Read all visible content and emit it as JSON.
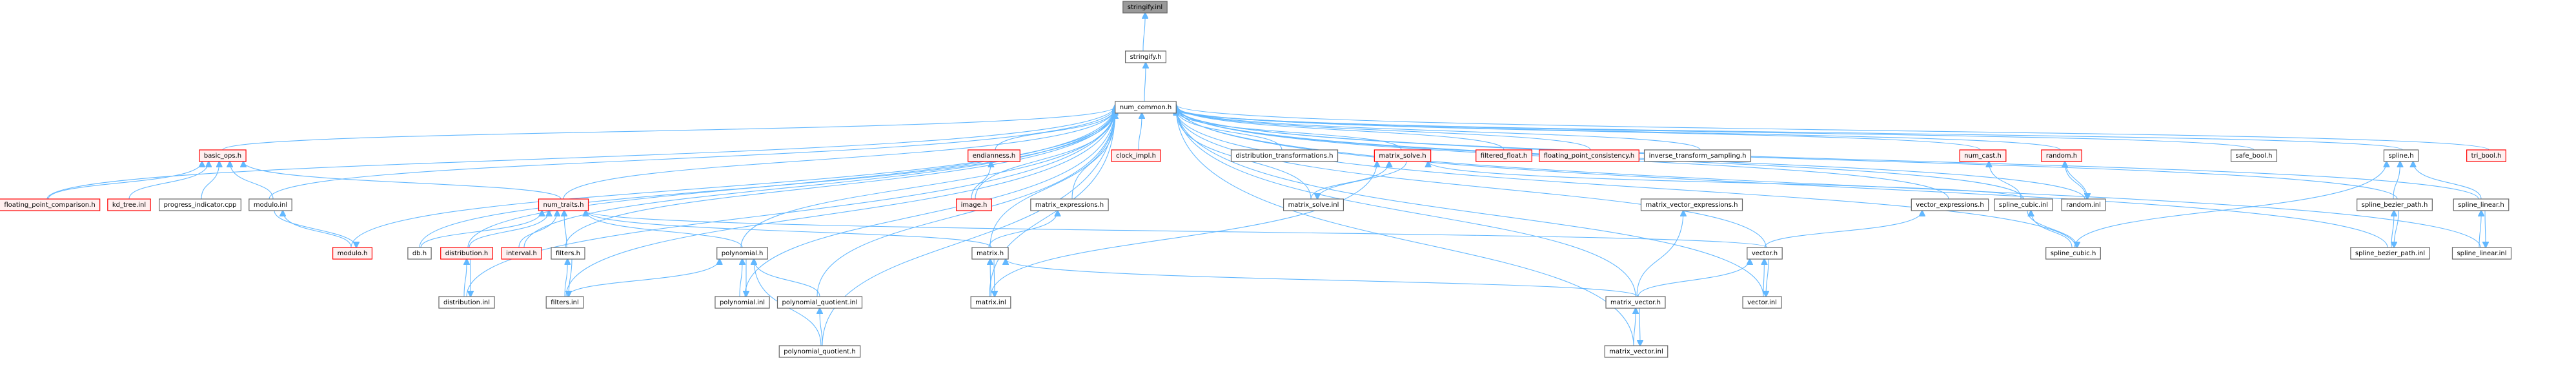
{
  "title": "stringify.inl include dependency graph",
  "colors": {
    "edge": "#63b8ff",
    "root_fill": "#999999",
    "normal_fill": "#ffffff",
    "normal_border": "#666666",
    "warn_fill": "#fff0f0",
    "warn_border": "#ff0000"
  },
  "nodes": [
    {
      "id": "stringify_inl",
      "label": "stringify.inl",
      "kind": "root"
    },
    {
      "id": "stringify_h",
      "label": "stringify.h",
      "kind": "normal"
    },
    {
      "id": "num_common_h",
      "label": "num_common.h",
      "kind": "normal"
    },
    {
      "id": "basic_ops_h",
      "label": "basic_ops.h",
      "kind": "warn"
    },
    {
      "id": "endianness_h",
      "label": "endianness.h",
      "kind": "warn"
    },
    {
      "id": "clock_impl_h",
      "label": "clock_impl.h",
      "kind": "warn"
    },
    {
      "id": "distribution_transformations_h",
      "label": "distribution_transformations.h",
      "kind": "normal"
    },
    {
      "id": "matrix_solve_h",
      "label": "matrix_solve.h",
      "kind": "warn"
    },
    {
      "id": "filtered_float_h",
      "label": "filtered_float.h",
      "kind": "warn"
    },
    {
      "id": "floating_point_consistency_h",
      "label": "floating_point_consistency.h",
      "kind": "warn"
    },
    {
      "id": "inverse_transform_sampling_h",
      "label": "inverse_transform_sampling.h",
      "kind": "normal"
    },
    {
      "id": "num_cast_h",
      "label": "num_cast.h",
      "kind": "warn"
    },
    {
      "id": "random_h",
      "label": "random.h",
      "kind": "warn"
    },
    {
      "id": "safe_bool_h",
      "label": "safe_bool.h",
      "kind": "normal"
    },
    {
      "id": "spline_h",
      "label": "spline.h",
      "kind": "normal"
    },
    {
      "id": "tri_bool_h",
      "label": "tri_bool.h",
      "kind": "warn"
    },
    {
      "id": "floating_point_comparison_h",
      "label": "floating_point_comparison.h",
      "kind": "warn"
    },
    {
      "id": "kd_tree_inl",
      "label": "kd_tree.inl",
      "kind": "warn"
    },
    {
      "id": "progress_indicator_cpp",
      "label": "progress_indicator.cpp",
      "kind": "normal"
    },
    {
      "id": "modulo_inl",
      "label": "modulo.inl",
      "kind": "normal"
    },
    {
      "id": "num_traits_h",
      "label": "num_traits.h",
      "kind": "warn"
    },
    {
      "id": "image_h",
      "label": "image.h",
      "kind": "warn"
    },
    {
      "id": "matrix_expressions_h",
      "label": "matrix_expressions.h",
      "kind": "normal"
    },
    {
      "id": "matrix_solve_inl",
      "label": "matrix_solve.inl",
      "kind": "normal"
    },
    {
      "id": "matrix_vector_expressions_h",
      "label": "matrix_vector_expressions.h",
      "kind": "normal"
    },
    {
      "id": "vector_expressions_h",
      "label": "vector_expressions.h",
      "kind": "normal"
    },
    {
      "id": "spline_cubic_inl",
      "label": "spline_cubic.inl",
      "kind": "normal"
    },
    {
      "id": "random_inl",
      "label": "random.inl",
      "kind": "normal"
    },
    {
      "id": "spline_bezier_path_h",
      "label": "spline_bezier_path.h",
      "kind": "normal"
    },
    {
      "id": "spline_linear_h",
      "label": "spline_linear.h",
      "kind": "normal"
    },
    {
      "id": "modulo_h",
      "label": "modulo.h",
      "kind": "warn"
    },
    {
      "id": "db_h",
      "label": "db.h",
      "kind": "normal"
    },
    {
      "id": "distribution_h",
      "label": "distribution.h",
      "kind": "warn"
    },
    {
      "id": "interval_h",
      "label": "interval.h",
      "kind": "warn"
    },
    {
      "id": "filters_h",
      "label": "filters.h",
      "kind": "normal"
    },
    {
      "id": "polynomial_h",
      "label": "polynomial.h",
      "kind": "normal"
    },
    {
      "id": "matrix_h",
      "label": "matrix.h",
      "kind": "normal"
    },
    {
      "id": "vector_h",
      "label": "vector.h",
      "kind": "normal"
    },
    {
      "id": "spline_cubic_h",
      "label": "spline_cubic.h",
      "kind": "normal"
    },
    {
      "id": "spline_bezier_path_inl",
      "label": "spline_bezier_path.inl",
      "kind": "normal"
    },
    {
      "id": "spline_linear_inl",
      "label": "spline_linear.inl",
      "kind": "normal"
    },
    {
      "id": "distribution_inl",
      "label": "distribution.inl",
      "kind": "normal"
    },
    {
      "id": "filters_inl",
      "label": "filters.inl",
      "kind": "normal"
    },
    {
      "id": "polynomial_inl",
      "label": "polynomial.inl",
      "kind": "normal"
    },
    {
      "id": "polynomial_quotient_inl",
      "label": "polynomial_quotient.inl",
      "kind": "normal"
    },
    {
      "id": "matrix_inl",
      "label": "matrix.inl",
      "kind": "normal"
    },
    {
      "id": "matrix_vector_h",
      "label": "matrix_vector.h",
      "kind": "normal"
    },
    {
      "id": "vector_inl",
      "label": "vector.inl",
      "kind": "normal"
    },
    {
      "id": "polynomial_quotient_h",
      "label": "polynomial_quotient.h",
      "kind": "normal"
    },
    {
      "id": "matrix_vector_inl",
      "label": "matrix_vector.inl",
      "kind": "normal"
    }
  ],
  "edges": [
    [
      "stringify_h",
      "stringify_inl"
    ],
    [
      "num_common_h",
      "stringify_h"
    ],
    [
      "basic_ops_h",
      "num_common_h"
    ],
    [
      "endianness_h",
      "num_common_h"
    ],
    [
      "clock_impl_h",
      "num_common_h"
    ],
    [
      "distribution_transformations_h",
      "num_common_h"
    ],
    [
      "matrix_solve_h",
      "num_common_h"
    ],
    [
      "filtered_float_h",
      "num_common_h"
    ],
    [
      "floating_point_consistency_h",
      "num_common_h"
    ],
    [
      "inverse_transform_sampling_h",
      "num_common_h"
    ],
    [
      "num_cast_h",
      "num_common_h"
    ],
    [
      "random_h",
      "num_common_h"
    ],
    [
      "safe_bool_h",
      "num_common_h"
    ],
    [
      "spline_h",
      "num_common_h"
    ],
    [
      "tri_bool_h",
      "num_common_h"
    ],
    [
      "floating_point_comparison_h",
      "num_common_h"
    ],
    [
      "modulo_inl",
      "num_common_h"
    ],
    [
      "num_traits_h",
      "num_common_h"
    ],
    [
      "image_h",
      "num_common_h"
    ],
    [
      "matrix_expressions_h",
      "num_common_h"
    ],
    [
      "matrix_solve_inl",
      "num_common_h"
    ],
    [
      "vector_expressions_h",
      "num_common_h"
    ],
    [
      "spline_cubic_inl",
      "num_common_h"
    ],
    [
      "random_inl",
      "num_common_h"
    ],
    [
      "spline_bezier_path_h",
      "num_common_h"
    ],
    [
      "spline_linear_h",
      "num_common_h"
    ],
    [
      "modulo_h",
      "num_common_h"
    ],
    [
      "db_h",
      "num_common_h"
    ],
    [
      "distribution_h",
      "num_common_h"
    ],
    [
      "interval_h",
      "num_common_h"
    ],
    [
      "filters_h",
      "num_common_h"
    ],
    [
      "polynomial_h",
      "num_common_h"
    ],
    [
      "matrix_h",
      "num_common_h"
    ],
    [
      "vector_h",
      "num_common_h"
    ],
    [
      "spline_cubic_h",
      "num_common_h"
    ],
    [
      "spline_bezier_path_inl",
      "num_common_h"
    ],
    [
      "spline_linear_inl",
      "num_common_h"
    ],
    [
      "distribution_inl",
      "num_common_h"
    ],
    [
      "filters_inl",
      "num_common_h"
    ],
    [
      "polynomial_inl",
      "num_common_h"
    ],
    [
      "polynomial_quotient_inl",
      "num_common_h"
    ],
    [
      "matrix_inl",
      "num_common_h"
    ],
    [
      "matrix_vector_h",
      "num_common_h"
    ],
    [
      "vector_inl",
      "num_common_h"
    ],
    [
      "polynomial_quotient_h",
      "num_common_h"
    ],
    [
      "matrix_vector_inl",
      "num_common_h"
    ],
    [
      "floating_point_comparison_h",
      "basic_ops_h"
    ],
    [
      "kd_tree_inl",
      "basic_ops_h"
    ],
    [
      "progress_indicator_cpp",
      "basic_ops_h"
    ],
    [
      "modulo_inl",
      "basic_ops_h"
    ],
    [
      "num_traits_h",
      "basic_ops_h"
    ],
    [
      "modulo_h",
      "modulo_inl"
    ],
    [
      "modulo_inl",
      "modulo_h"
    ],
    [
      "db_h",
      "num_traits_h"
    ],
    [
      "distribution_h",
      "num_traits_h"
    ],
    [
      "interval_h",
      "num_traits_h"
    ],
    [
      "filters_h",
      "num_traits_h"
    ],
    [
      "polynomial_h",
      "num_traits_h"
    ],
    [
      "matrix_h",
      "num_traits_h"
    ],
    [
      "vector_h",
      "num_traits_h"
    ],
    [
      "distribution_inl",
      "distribution_h"
    ],
    [
      "distribution_h",
      "distribution_inl"
    ],
    [
      "filters_inl",
      "filters_h"
    ],
    [
      "filters_h",
      "filters_inl"
    ],
    [
      "filters_inl",
      "polynomial_h"
    ],
    [
      "polynomial_inl",
      "polynomial_h"
    ],
    [
      "polynomial_h",
      "polynomial_inl"
    ],
    [
      "polynomial_quotient_inl",
      "polynomial_h"
    ],
    [
      "polynomial_quotient_h",
      "polynomial_h"
    ],
    [
      "polynomial_quotient_h",
      "polynomial_quotient_inl"
    ],
    [
      "image_h",
      "endianness_h"
    ],
    [
      "matrix_h",
      "matrix_expressions_h"
    ],
    [
      "matrix_inl",
      "matrix_h"
    ],
    [
      "matrix_h",
      "matrix_inl"
    ],
    [
      "matrix_vector_h",
      "matrix_h"
    ],
    [
      "matrix_solve_inl",
      "matrix_solve_h"
    ],
    [
      "matrix_solve_h",
      "matrix_solve_inl"
    ],
    [
      "matrix_inl",
      "matrix_solve_h"
    ],
    [
      "matrix_vector_h",
      "matrix_vector_expressions_h"
    ],
    [
      "matrix_vector_h",
      "vector_h"
    ],
    [
      "matrix_vector_inl",
      "matrix_vector_h"
    ],
    [
      "matrix_vector_h",
      "matrix_vector_inl"
    ],
    [
      "vector_h",
      "vector_expressions_h"
    ],
    [
      "vector_inl",
      "vector_h"
    ],
    [
      "vector_h",
      "vector_inl"
    ],
    [
      "spline_cubic_inl",
      "num_cast_h"
    ],
    [
      "spline_cubic_h",
      "spline_cubic_inl"
    ],
    [
      "spline_cubic_inl",
      "spline_cubic_h"
    ],
    [
      "spline_cubic_h",
      "spline_h"
    ],
    [
      "random_inl",
      "random_h"
    ],
    [
      "random_h",
      "random_inl"
    ],
    [
      "spline_bezier_path_h",
      "spline_h"
    ],
    [
      "spline_linear_h",
      "spline_h"
    ],
    [
      "spline_bezier_path_inl",
      "spline_bezier_path_h"
    ],
    [
      "spline_bezier_path_h",
      "spline_bezier_path_inl"
    ],
    [
      "spline_linear_inl",
      "spline_linear_h"
    ],
    [
      "spline_linear_h",
      "spline_linear_inl"
    ],
    [
      "spline_cubic_inl",
      "matrix_solve_h"
    ]
  ]
}
